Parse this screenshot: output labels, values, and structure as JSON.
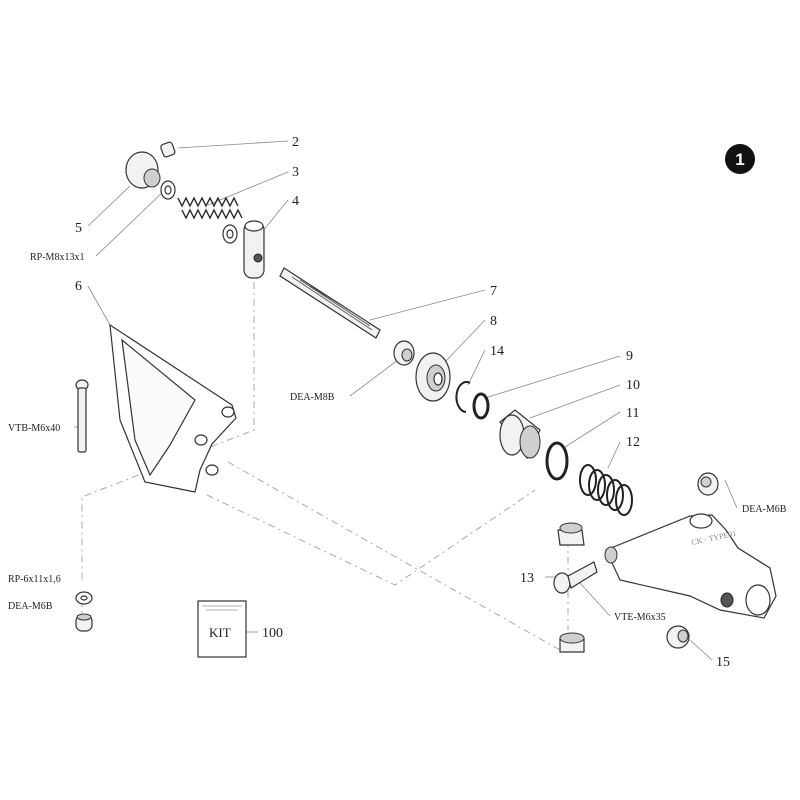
{
  "badge": {
    "number": "1"
  },
  "labels": {
    "n2": "2",
    "n3": "3",
    "n4": "4",
    "n5": "5",
    "n6": "6",
    "n7": "7",
    "n8": "8",
    "n9": "9",
    "n10": "10",
    "n11": "11",
    "n12": "12",
    "n13": "13",
    "n14": "14",
    "n15": "15",
    "n100": "100",
    "rp_m8": "RP-M8x13x1",
    "dea_m8b": "DEA-M8B",
    "vtb_m6": "VTB-M6x40",
    "rp_6": "RP-6x11x1,6",
    "dea_m6b_left": "DEA-M6B",
    "dea_m6b_right": "DEA-M6B",
    "vte_m6": "VTE-M6x35",
    "kit": "KIT"
  }
}
